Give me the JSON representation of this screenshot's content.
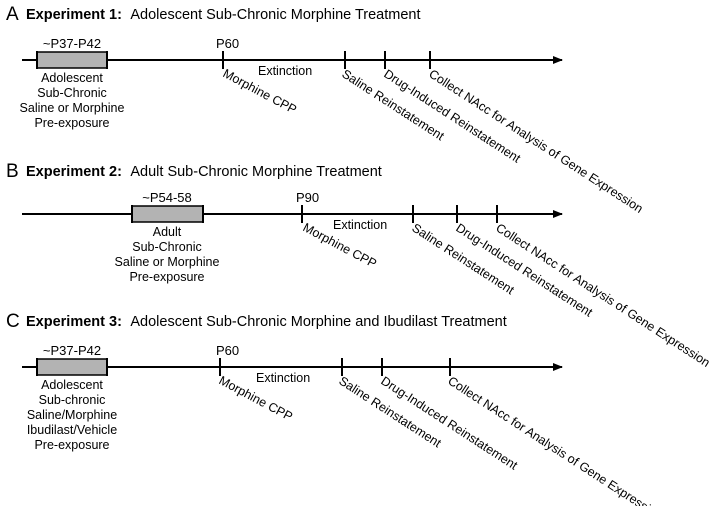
{
  "experiments": [
    {
      "letter": "A",
      "title_bold": "Experiment 1:",
      "title_rest": "Adolescent Sub-Chronic Morphine Treatment",
      "box_label": "~P37-P42",
      "box_text": [
        "Adolescent",
        "Sub-Chronic",
        "Saline or Morphine",
        "Pre-exposure"
      ],
      "milestone": "P60",
      "extinction": "Extinction",
      "diag_labels": [
        "Morphine CPP",
        "Saline Reinstatement",
        "Drug-Induced Reinstatement",
        "Collect NAcc for Analysis of Gene Expression"
      ]
    },
    {
      "letter": "B",
      "title_bold": "Experiment 2:",
      "title_rest": "Adult Sub-Chronic Morphine Treatment",
      "box_label": "~P54-58",
      "box_text": [
        "Adult",
        "Sub-Chronic",
        "Saline or Morphine",
        "Pre-exposure"
      ],
      "milestone": "P90",
      "extinction": "Extinction",
      "diag_labels": [
        "Morphine CPP",
        "Saline Reinstatement",
        "Drug-Induced Reinstatement",
        "Collect NAcc for Analysis of Gene Expression"
      ]
    },
    {
      "letter": "C",
      "title_bold": "Experiment 3:",
      "title_rest": "Adolescent Sub-Chronic Morphine and Ibudilast Treatment",
      "box_label": "~P37-P42",
      "box_text": [
        "Adolescent",
        "Sub-chronic",
        "Saline/Morphine",
        "Ibudilast/Vehicle",
        "Pre-exposure"
      ],
      "milestone": "P60",
      "extinction": "Extinction",
      "diag_labels": [
        "Morphine CPP",
        "Saline Reinstatement",
        "Drug-Induced Reinstatement",
        "Collect NAcc for Analysis of Gene Expression"
      ]
    }
  ],
  "colors": {
    "box_fill": "#b3b3b3",
    "line": "#000000"
  }
}
